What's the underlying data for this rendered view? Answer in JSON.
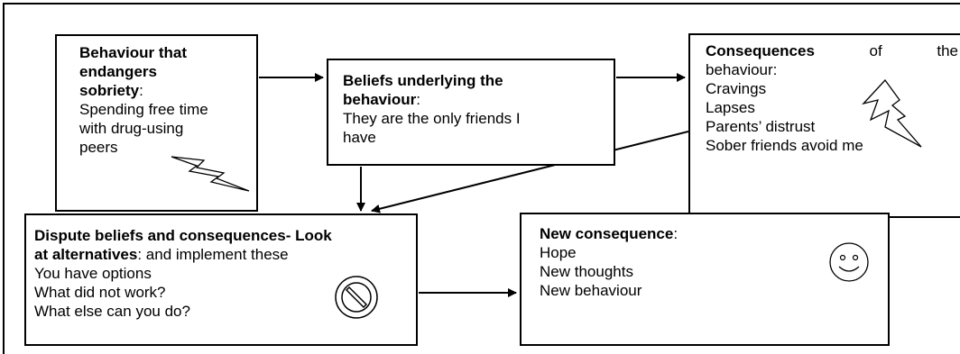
{
  "diagram": {
    "behaviour": {
      "title_lines": [
        "Behaviour that",
        "endangers",
        "sobriety"
      ],
      "title_suffix": ":",
      "text_lines": [
        "Spending free time",
        "with drug-using",
        "peers"
      ],
      "icon": "lightning-icon"
    },
    "beliefs": {
      "title_lines": [
        "Beliefs underlying the",
        "behaviour"
      ],
      "title_suffix": ":",
      "text_lines": [
        "They are the only friends I",
        "have"
      ]
    },
    "consequences": {
      "title": "Consequences",
      "title_word2": "of",
      "title_word3": "the",
      "title_line2": "behaviour:",
      "items": [
        "Cravings",
        "Lapses",
        "Parents’ distrust",
        "Sober friends avoid me"
      ],
      "icon": "lightning-icon"
    },
    "dispute": {
      "title_line1": "Dispute beliefs and consequences- Look",
      "title_line2_bold": "at alternatives",
      "title_line2_rest": ": and implement these",
      "items": [
        "You have options",
        "What did not work?",
        "What else can you do?"
      ],
      "icon": "prohibited-icon"
    },
    "new_consequence": {
      "title": "New consequence",
      "title_suffix": ":",
      "items": [
        "Hope",
        "New thoughts",
        "New behaviour"
      ],
      "icon": "smiley-icon"
    }
  }
}
